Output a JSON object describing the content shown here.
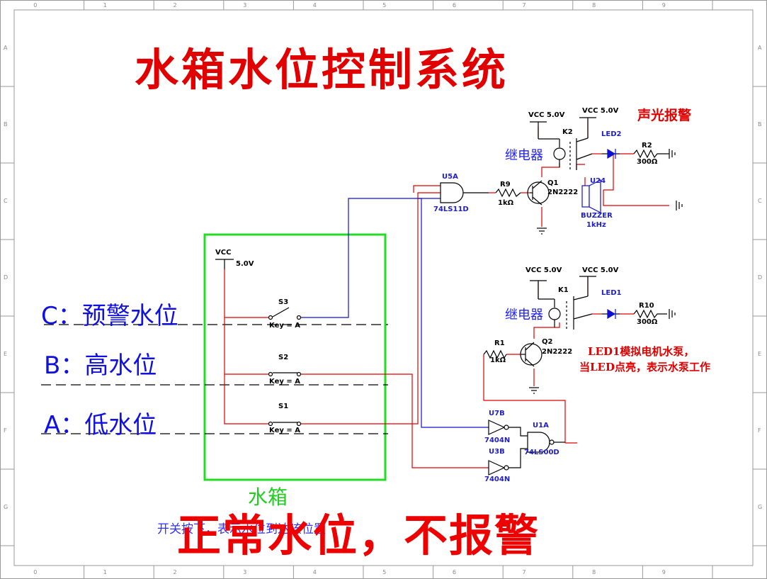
{
  "title": "水箱水位控制系统",
  "status_text": "正常水位，不报警",
  "levels": {
    "c": "C：预警水位",
    "b": "B：高水位",
    "a": "A：低水位"
  },
  "tank_label": "水箱",
  "note_text": "开关按下，表示水位到达该位置",
  "alarm_label": "声光报警",
  "relay_label": "继电器",
  "led1_note_line1": "LED1模拟电机水泵，",
  "led1_note_line2": "当LED点亮，表示水泵工作",
  "components": {
    "vcc": "VCC",
    "v5": "5.0V",
    "vcc_5": "VCC  5.0V",
    "s3": "S3",
    "s2": "S2",
    "s1": "S1",
    "key_a": "Key = A",
    "u5a": "U5A",
    "u5a_type": "74LS11D",
    "r9": "R9",
    "r9_val": "1kΩ",
    "q1": "Q1",
    "q1_type": "2N2222",
    "k2": "K2",
    "k1": "K1",
    "led2": "LED2",
    "led1": "LED1",
    "r2": "R2",
    "r2_val": "300Ω",
    "r10": "R10",
    "r10_val": "300Ω",
    "u24": "U24",
    "buzzer": "BUZZER",
    "buzzer_freq": "1kHz",
    "r1": "R1",
    "r1_val": "1kΩ",
    "q2": "Q2",
    "q2_type": "2N2222",
    "u7b": "U7B",
    "u3b": "U3B",
    "inv_type": "7404N",
    "u1a": "U1A",
    "u1a_type": "74LS00D"
  },
  "ruler": {
    "cols": [
      "0",
      "1",
      "2",
      "3",
      "4",
      "5",
      "6",
      "7",
      "8",
      "9"
    ],
    "rows": [
      "A",
      "B",
      "C",
      "D",
      "E",
      "F",
      "G"
    ]
  },
  "colors": {
    "title": "#e00000",
    "wire_red": "#e00000",
    "wire_blue": "#1010d0",
    "tank_border": "#22dd22",
    "level_text": "#1010e0"
  }
}
